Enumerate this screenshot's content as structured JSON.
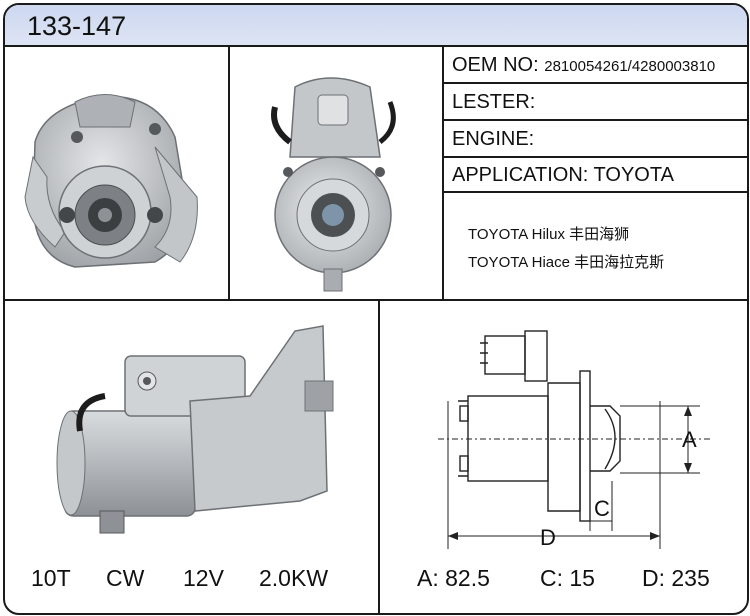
{
  "header": {
    "title": "133-147"
  },
  "specs": {
    "oem_label": "OEM NO:",
    "oem_value": "2810054261/4280003810",
    "lester_label": "LESTER:",
    "engine_label": "ENGINE:",
    "application_label": "APPLICATION:",
    "application_value": "TOYOTA"
  },
  "applications": [
    "TOYOTA Hilux 丰田海狮",
    "TOYOTA Hiace 丰田海拉克斯"
  ],
  "footer": {
    "teeth": "10T",
    "rotation": "CW",
    "voltage": "12V",
    "power": "2.0KW",
    "dim_a": "A: 82.5",
    "dim_c": "C: 15",
    "dim_d": "D: 235"
  },
  "diagram": {
    "label_a": "A",
    "label_c": "C",
    "label_d": "D"
  },
  "colors": {
    "header_bg": "#cdd7ef",
    "border": "#1a1a1a",
    "metal": "#b9bcbf"
  }
}
